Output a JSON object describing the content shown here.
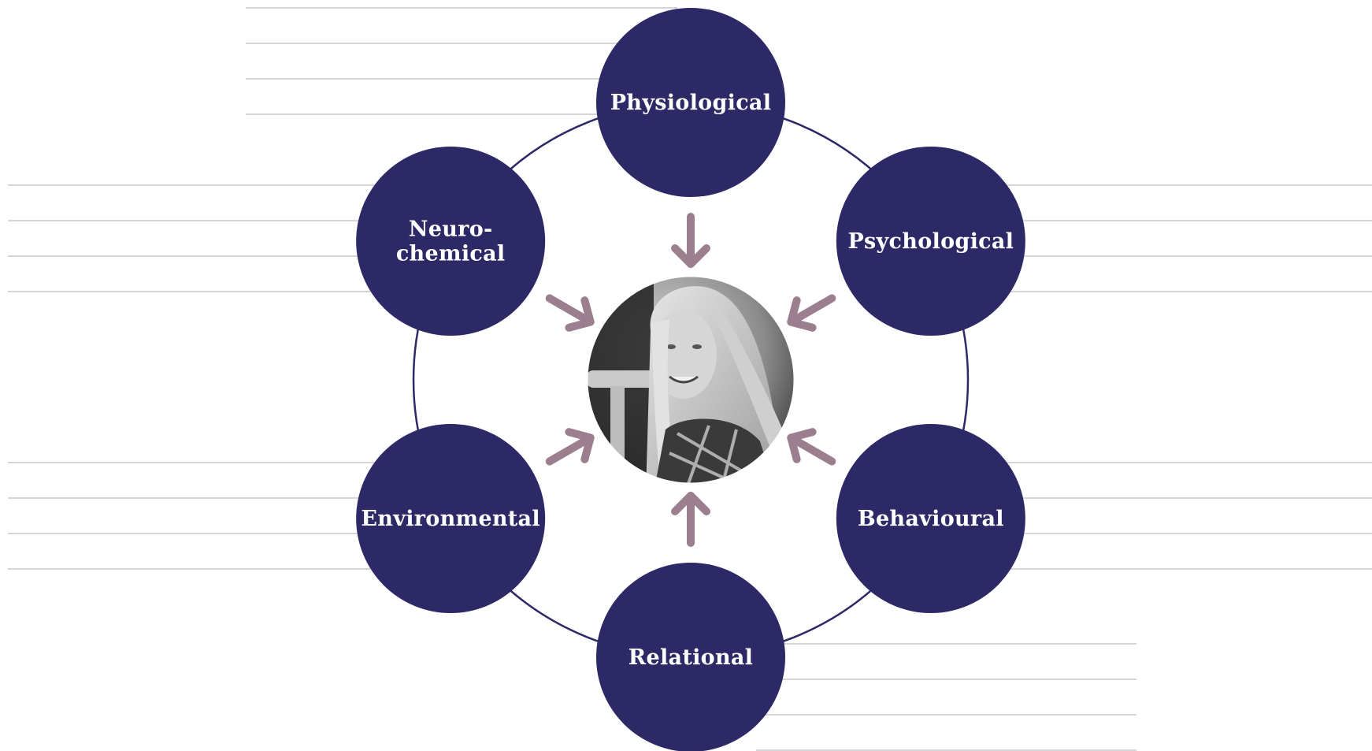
{
  "diagram": {
    "colors": {
      "node": "#2c2966",
      "ring": "#2c2966",
      "arrow": "#9b7f8e",
      "rule": "#c8c8cc",
      "label": "#ffffff"
    },
    "nodes": [
      {
        "id": "physiological",
        "lines": [
          "Physiological"
        ]
      },
      {
        "id": "psychological",
        "lines": [
          "Psychological"
        ]
      },
      {
        "id": "behavioural",
        "lines": [
          "Behavioural"
        ]
      },
      {
        "id": "relational",
        "lines": [
          "Relational"
        ]
      },
      {
        "id": "environmental",
        "lines": [
          "Environmental"
        ]
      },
      {
        "id": "neurochemical",
        "lines": [
          "Neuro-",
          "chemical"
        ]
      }
    ],
    "center": {
      "subject": "portrait-photo",
      "style": "black-and-white"
    },
    "arrows_point_to": "center"
  }
}
